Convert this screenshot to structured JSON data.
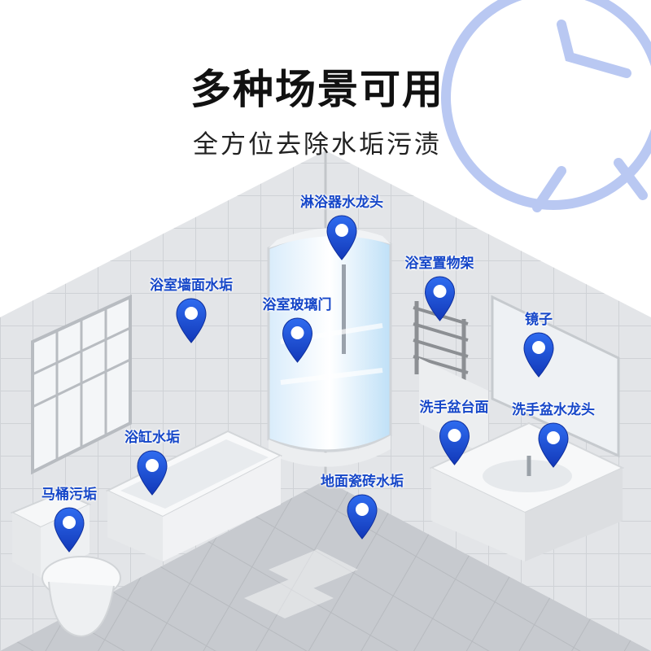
{
  "header": {
    "title": "多种场景可用",
    "subtitle": "全方位去除水垢污渍"
  },
  "colors": {
    "accent": "#1a4fd6",
    "label": "#1546c8",
    "wall": "#dfe1e4",
    "tile": "#c9ccd0",
    "clock_outline": "#b9c8f2"
  },
  "icons": {
    "location_pin": "location-pin-icon",
    "clock": "clock-icon"
  },
  "markers": [
    {
      "id": "shower-faucet",
      "label": "淋浴器水龙头"
    },
    {
      "id": "bathroom-shelf",
      "label": "浴室置物架"
    },
    {
      "id": "wall-scale",
      "label": "浴室墙面水垢"
    },
    {
      "id": "glass-door",
      "label": "浴室玻璃门"
    },
    {
      "id": "mirror",
      "label": "镜子"
    },
    {
      "id": "sink-counter",
      "label": "洗手盆台面"
    },
    {
      "id": "sink-faucet",
      "label": "洗手盆水龙头"
    },
    {
      "id": "bathtub-scale",
      "label": "浴缸水垢"
    },
    {
      "id": "toilet-stain",
      "label": "马桶污垢"
    },
    {
      "id": "floor-tile-scale",
      "label": "地面瓷砖水垢"
    }
  ]
}
